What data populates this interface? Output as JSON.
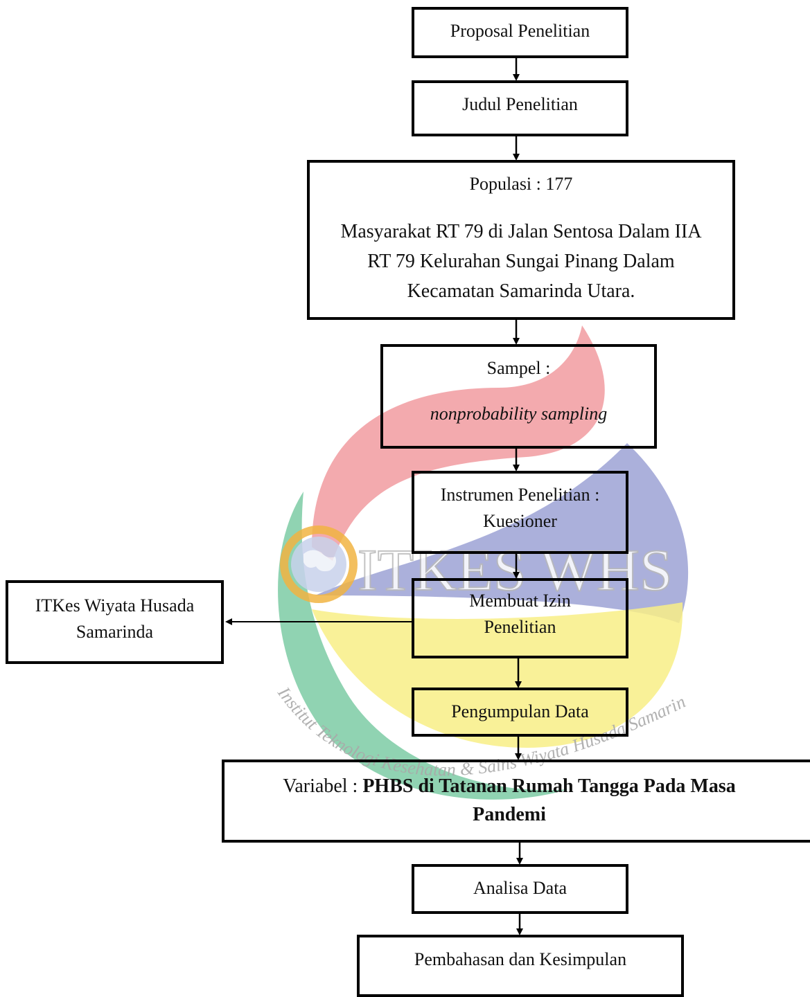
{
  "watermark": {
    "logo_text": "ITKES WHS",
    "arc_text": "Institut Teknologi Kesehatan & Sains Wiyata Husada Samarinda",
    "colors": {
      "red": "#ee8a8f",
      "blue": "#7f86c6",
      "yellow": "#f7ec7c",
      "green": "#74c9a0",
      "orange": "#f2b03d"
    }
  },
  "boxes": {
    "proposal": "Proposal Penelitian",
    "judul": "Judul Penelitian",
    "populasi": {
      "heading": "Populasi : 177",
      "line1": "Masyarakat RT 79 di Jalan Sentosa Dalam IIA",
      "line2": "RT 79 Kelurahan Sungai Pinang Dalam",
      "line3": "Kecamatan Samarinda Utara."
    },
    "sampel": {
      "heading": "Sampel :",
      "method": "nonprobability sampling"
    },
    "instrumen": {
      "line1": "Instrumen Penelitian :",
      "line2": "Kuesioner"
    },
    "izin": {
      "line1": "Membuat Izin",
      "line2": "Penelitian"
    },
    "itkes": {
      "line1": "ITKes Wiyata Husada",
      "line2": "Samarinda"
    },
    "pengumpulan": "Pengumpulan Data",
    "variabel": {
      "prefix": "Variabel : ",
      "bold_line1": "PHBS di Tatanan Rumah Tangga Pada Masa",
      "bold_line2": "Pandemi"
    },
    "analisa": "Analisa Data",
    "pembahasan": "Pembahasan dan Kesimpulan"
  }
}
